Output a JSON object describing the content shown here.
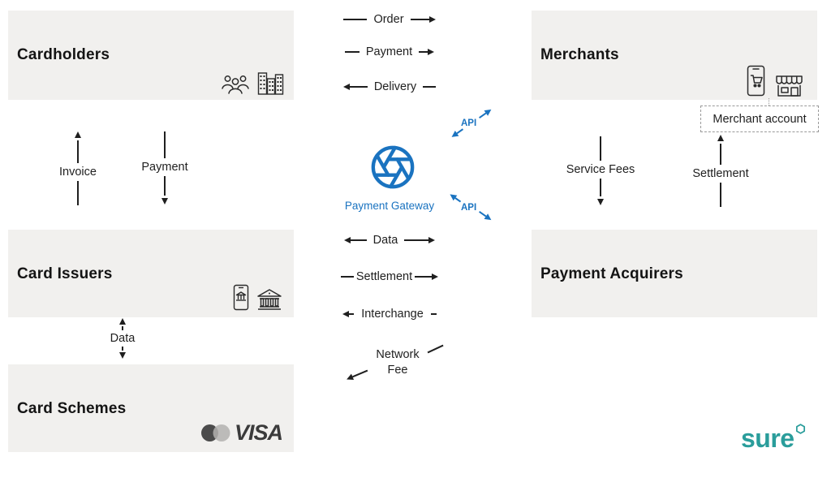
{
  "diagram": {
    "boxes": [
      {
        "id": "cardholders",
        "title": "Cardholders",
        "icons": [
          "people-group-icon",
          "city-buildings-icon"
        ]
      },
      {
        "id": "merchants",
        "title": "Merchants",
        "icons": [
          "phone-cart-icon",
          "storefront-icon"
        ]
      },
      {
        "id": "card-issuers",
        "title": "Card Issuers",
        "icons": [
          "phone-bank-icon",
          "bank-icon"
        ]
      },
      {
        "id": "payment-acquirers",
        "title": "Payment Acquirers",
        "icons": []
      },
      {
        "id": "card-schemes",
        "title": "Card Schemes",
        "icons": [
          "mastercard-logo",
          "visa-logo"
        ]
      }
    ],
    "gateway": {
      "label": "Payment Gateway",
      "icon": "aperture-icon"
    },
    "api": {
      "top": "API",
      "bottom": "API"
    },
    "top_flows": [
      {
        "label": "Order",
        "left": "line",
        "right": "arrow-right"
      },
      {
        "label": "Payment",
        "left": "line",
        "right": "arrow-right"
      },
      {
        "label": "Delivery",
        "left": "arrow-left",
        "right": "line"
      }
    ],
    "bottom_flows": [
      {
        "label": "Data",
        "left": "arrow-left",
        "right": "arrow-right"
      },
      {
        "label": "Settlement",
        "left": "line",
        "right": "arrow-right"
      },
      {
        "label": "Interchange",
        "left": "arrow-left",
        "right": "dash"
      }
    ],
    "network_fee": {
      "line1": "Network",
      "line2": "Fee"
    },
    "left_flows": [
      {
        "label": "Invoice",
        "direction": "up"
      },
      {
        "label": "Payment",
        "direction": "down"
      }
    ],
    "issuer_scheme_flow": {
      "label": "Data",
      "direction": "both"
    },
    "right_flows": [
      {
        "label": "Service Fees",
        "direction": "down"
      },
      {
        "label": "Settlement",
        "direction": "up"
      }
    ],
    "merchant_account": {
      "label": "Merchant account"
    },
    "logos": {
      "visa": "VISA",
      "sure": "sure"
    },
    "colors": {
      "accent_blue": "#1a73c0",
      "brand_teal": "#2a9d9b",
      "box_bg": "#f1f0ee",
      "ink": "#1f1f1f",
      "visa_gray": "#3b3b3b",
      "mastercard_dark": "#4b4b4b",
      "mastercard_light": "#b3b1af"
    }
  }
}
